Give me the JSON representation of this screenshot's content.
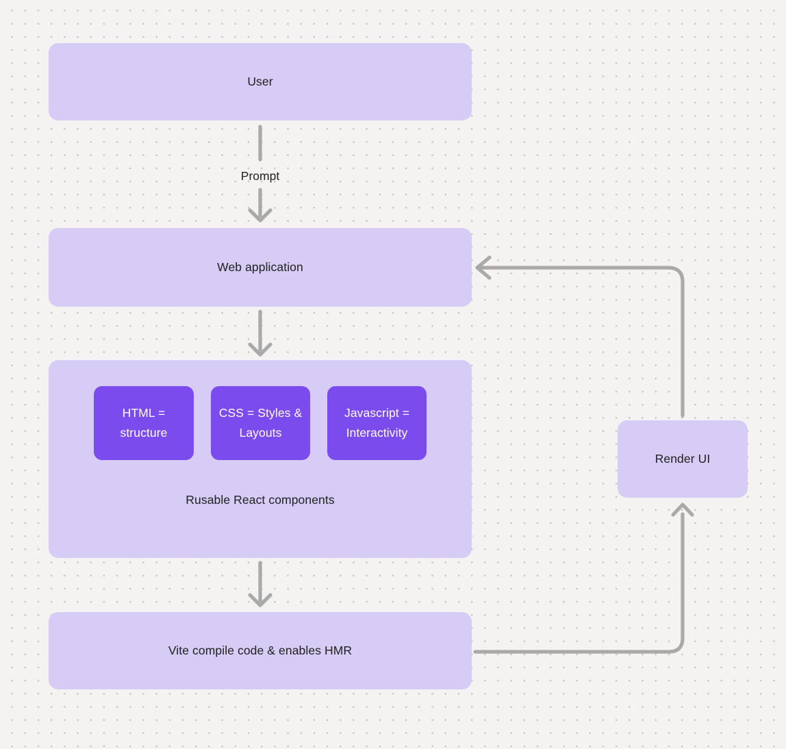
{
  "diagram": {
    "nodes": {
      "user": {
        "label": "User"
      },
      "web_application": {
        "label": "Web application"
      },
      "components_group": {
        "caption": "Rusable React components",
        "children": [
          {
            "label": "HTML = structure"
          },
          {
            "label": "CSS = Styles & Layouts"
          },
          {
            "label": "Javascript = Interactivity"
          }
        ]
      },
      "vite": {
        "label": "Vite compile code & enables HMR"
      },
      "render_ui": {
        "label": "Render UI"
      }
    },
    "edges": {
      "user_to_web_application": {
        "label": "Prompt"
      }
    },
    "colors": {
      "canvas_bg": "#f4f3f2",
      "dot": "#c3c2c0",
      "node_fill": "#d6ccf5",
      "node_text": "#212121",
      "accent_fill": "#7c4bed",
      "accent_text": "#ffffff",
      "arrow": "#a9a9a9"
    }
  }
}
